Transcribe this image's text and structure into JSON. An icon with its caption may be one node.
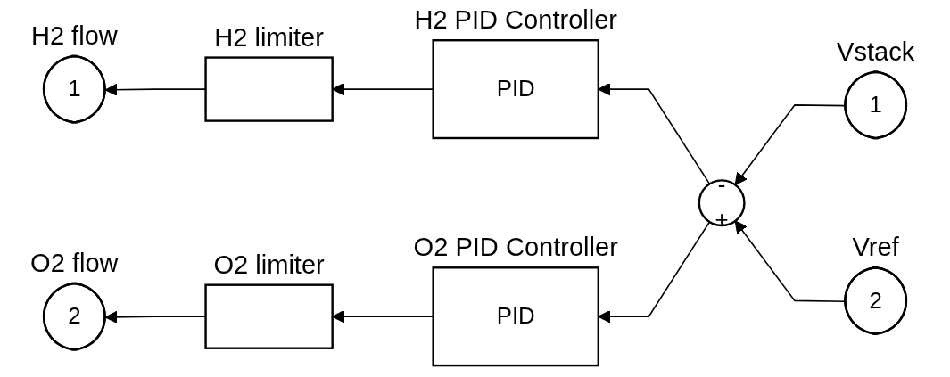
{
  "diagram": {
    "nodes": [
      {
        "text": [
          "1"
        ],
        "beside": [
          "H2 flow"
        ]
      },
      {
        "text": [],
        "shape": "box",
        "beside": [
          "H2 limiter"
        ]
      },
      {
        "text": [
          "PID"
        ],
        "beside": [
          "H2 PID Controller"
        ]
      },
      {
        "text": [
          "-",
          "+"
        ]
      },
      {
        "text": [
          "1"
        ],
        "beside": [
          "Vstack"
        ]
      },
      {
        "text": [
          "2"
        ],
        "beside": [
          "Vref"
        ]
      },
      {
        "text": [
          "2"
        ],
        "beside": [
          "O2 flow"
        ]
      },
      {
        "text": [],
        "shape": "box",
        "beside": [
          "O2 limiter"
        ]
      },
      {
        "text": [
          "PID"
        ],
        "beside": [
          "O2 PID Controller"
        ]
      }
    ],
    "edges": [
      {
        "from": 4,
        "to": 3,
        "arrow": "to"
      },
      {
        "from": 5,
        "to": 3,
        "arrow": "to"
      },
      {
        "from": 3,
        "to": 2,
        "arrow": "to"
      },
      {
        "from": 3,
        "to": 8,
        "arrow": "to"
      },
      {
        "from": 2,
        "to": 1,
        "arrow": "to"
      },
      {
        "from": 1,
        "to": 0,
        "arrow": "to"
      },
      {
        "from": 8,
        "to": 7,
        "arrow": "to"
      },
      {
        "from": 7,
        "to": 6,
        "arrow": "to"
      }
    ]
  }
}
